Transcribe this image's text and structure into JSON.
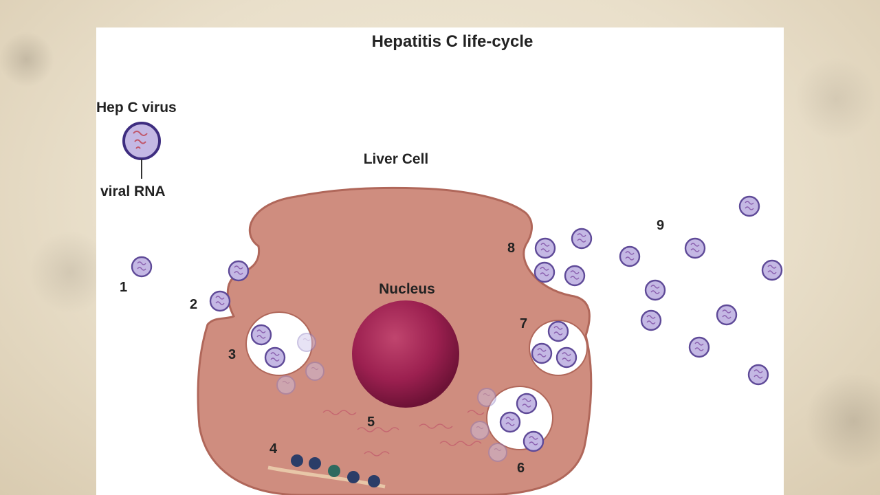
{
  "title": "Hepatitis C life-cycle",
  "legend": {
    "virus_label": "Hep C virus",
    "rna_label": "viral RNA"
  },
  "cell_label": "Liver Cell",
  "nucleus_label": "Nucleus",
  "steps": [
    "1",
    "2",
    "3",
    "4",
    "5",
    "6",
    "7",
    "8",
    "9"
  ],
  "colors": {
    "cell": "#cf8d7f",
    "cell_border": "#b0675a",
    "nucleus": "#9c2050",
    "virus_fill": "#c4b8e4",
    "virus_border": "#5f4a98",
    "rna": "#c0566a",
    "ribosome": "#2b3d68",
    "panel": "#ffffff"
  }
}
